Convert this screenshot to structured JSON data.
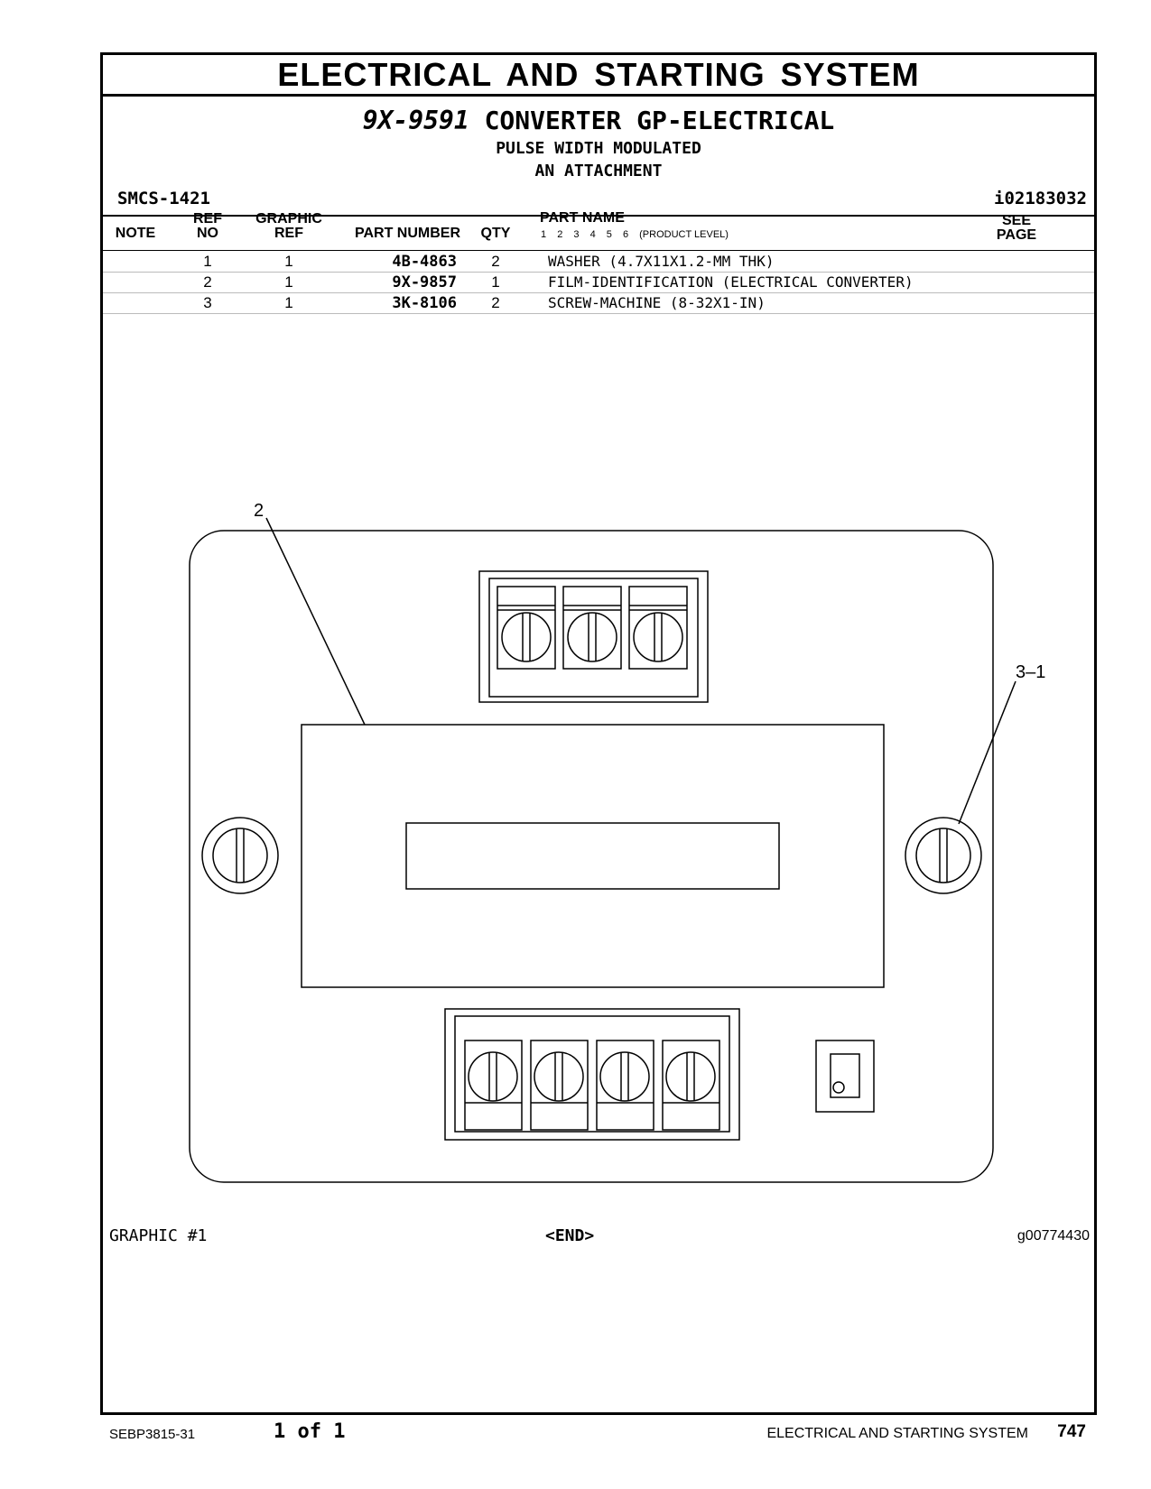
{
  "section_title": "ELECTRICAL AND STARTING SYSTEM",
  "group": {
    "part_number": "9X-9591",
    "name": "CONVERTER GP-ELECTRICAL",
    "line2": "PULSE WIDTH MODULATED",
    "line3": "AN ATTACHMENT"
  },
  "smcs": "SMCS-1421",
  "illustration_id": "i02183032",
  "table": {
    "headers": {
      "note": "NOTE",
      "ref_no_1": "REF",
      "ref_no_2": "NO",
      "graphic_ref_1": "GRAPHIC",
      "graphic_ref_2": "REF",
      "part_number": "PART NUMBER",
      "qty": "QTY",
      "part_name": "PART NAME",
      "product_level_nums": [
        "1",
        "2",
        "3",
        "4",
        "5",
        "6"
      ],
      "product_level_label": "(PRODUCT LEVEL)",
      "see_page_1": "SEE",
      "see_page_2": "PAGE"
    },
    "rows": [
      {
        "ref_no": "1",
        "graphic_ref": "1",
        "part_number": "4B-4863",
        "qty": "2",
        "part_name": "WASHER (4.7X11X1.2-MM THK)"
      },
      {
        "ref_no": "2",
        "graphic_ref": "1",
        "part_number": "9X-9857",
        "qty": "1",
        "part_name": "FILM-IDENTIFICATION (ELECTRICAL CONVERTER)"
      },
      {
        "ref_no": "3",
        "graphic_ref": "1",
        "part_number": "3K-8106",
        "qty": "2",
        "part_name": "SCREW-MACHINE (8-32X1-IN)"
      }
    ]
  },
  "drawing": {
    "callout_film": "2",
    "callout_screw": "3–1"
  },
  "graphic_label": "GRAPHIC #1",
  "end_marker": "<END>",
  "graphic_id": "g00774430",
  "footer": {
    "doc_number": "SEBP3815-31",
    "pages": "1 of 1",
    "section": "ELECTRICAL AND STARTING SYSTEM",
    "page_number": "747"
  }
}
